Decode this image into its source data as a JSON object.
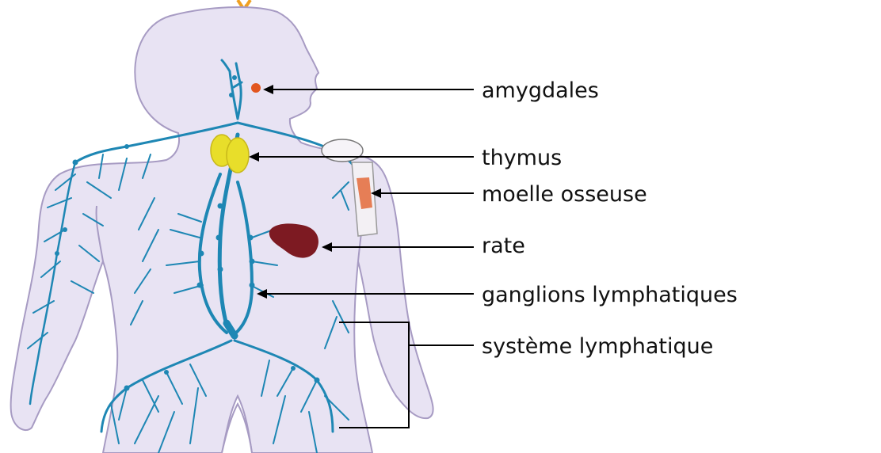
{
  "diagram": {
    "labels": {
      "tonsils": "amygdales",
      "thymus": "thymus",
      "bone_marrow": "moelle osseuse",
      "spleen": "rate",
      "lymph_nodes": "ganglions lymphatiques",
      "lymphatic_system": "système lymphatique"
    }
  },
  "colors": {
    "body_fill": "#e8e3f3",
    "body_outline": "#a79bc3",
    "lymph_vessels": "#1e87b4",
    "tonsils": "#e2561f",
    "thymus": "#e8de2a",
    "spleen": "#7d1a22",
    "bone_marrow": "#e36a3a",
    "title_accent": "#f0a020"
  },
  "icons": [
    "human-body-silhouette",
    "tonsils-icon",
    "thymus-icon",
    "spleen-icon",
    "bone-icon",
    "lymph-node-icon"
  ]
}
